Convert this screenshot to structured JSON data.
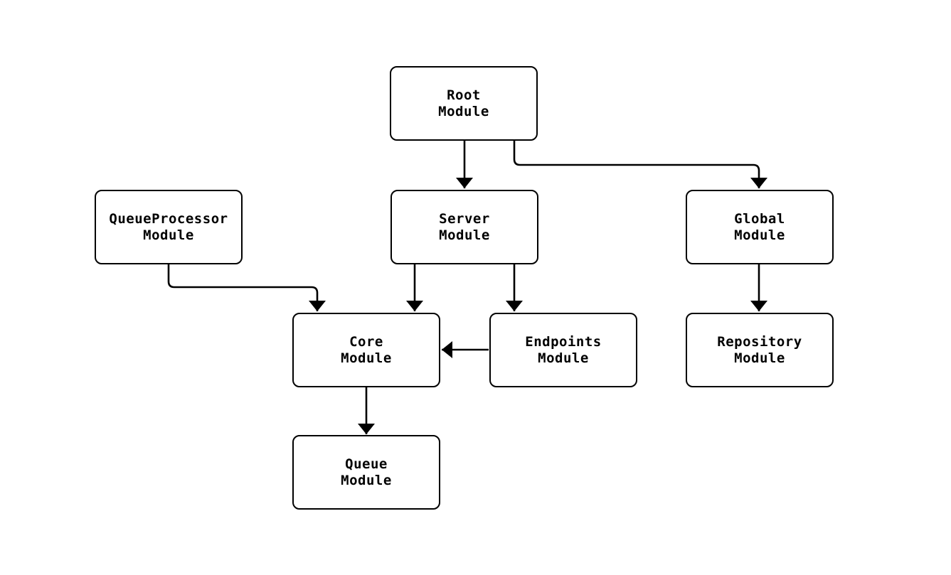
{
  "diagram": {
    "type": "flowchart",
    "direction": "top-down",
    "nodes": [
      {
        "id": "root",
        "label": "Root\nModule"
      },
      {
        "id": "queueprocessor",
        "label": "QueueProcessor\nModule"
      },
      {
        "id": "server",
        "label": "Server\nModule"
      },
      {
        "id": "global",
        "label": "Global\nModule"
      },
      {
        "id": "core",
        "label": "Core\nModule"
      },
      {
        "id": "endpoints",
        "label": "Endpoints\nModule"
      },
      {
        "id": "repository",
        "label": "Repository\nModule"
      },
      {
        "id": "queue",
        "label": "Queue\nModule"
      }
    ],
    "edges": [
      {
        "from": "root",
        "to": "server"
      },
      {
        "from": "root",
        "to": "global"
      },
      {
        "from": "queueprocessor",
        "to": "core"
      },
      {
        "from": "server",
        "to": "core"
      },
      {
        "from": "server",
        "to": "endpoints"
      },
      {
        "from": "endpoints",
        "to": "core"
      },
      {
        "from": "global",
        "to": "repository"
      },
      {
        "from": "core",
        "to": "queue"
      }
    ],
    "colors": {
      "stroke": "#000000",
      "node_fill": "#ffffff",
      "text": "#000000",
      "background": "#ffffff"
    }
  }
}
